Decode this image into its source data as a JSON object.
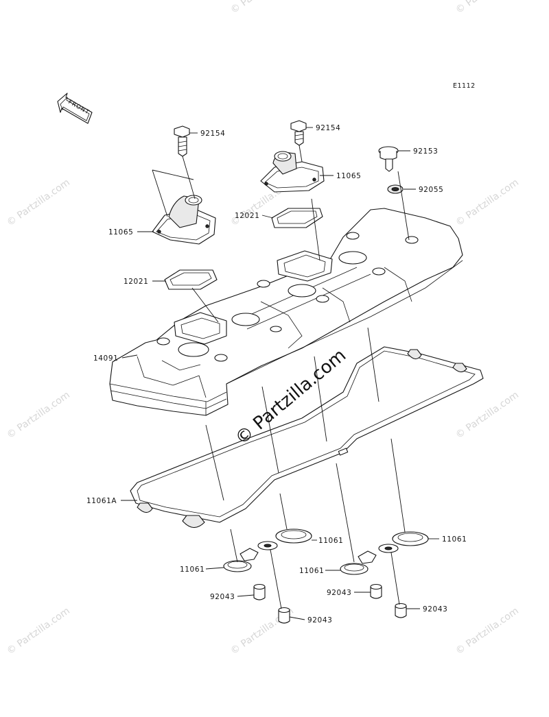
{
  "diagram_code": "E1112",
  "front_marker": "FRONT",
  "watermark_text": "© Partzilla.com",
  "labels": {
    "bolt_left": "92154",
    "bolt_right": "92154",
    "bolt_small": "92153",
    "washer": "92055",
    "cover_right": "11065",
    "cover_left": "11065",
    "gasket_plate_upper": "12021",
    "gasket_plate_lower": "12021",
    "head_cover": "14091",
    "head_gasket": "11061A",
    "plug_gasket_1": "11061",
    "plug_gasket_2": "11061",
    "plug_gasket_3": "11061",
    "plug_gasket_4": "11061",
    "collar_1": "92043",
    "collar_2": "92043",
    "collar_3": "92043",
    "collar_4": "92043"
  },
  "colors": {
    "ink": "#111111",
    "watermark": "#d6d6d6",
    "background": "#ffffff"
  }
}
